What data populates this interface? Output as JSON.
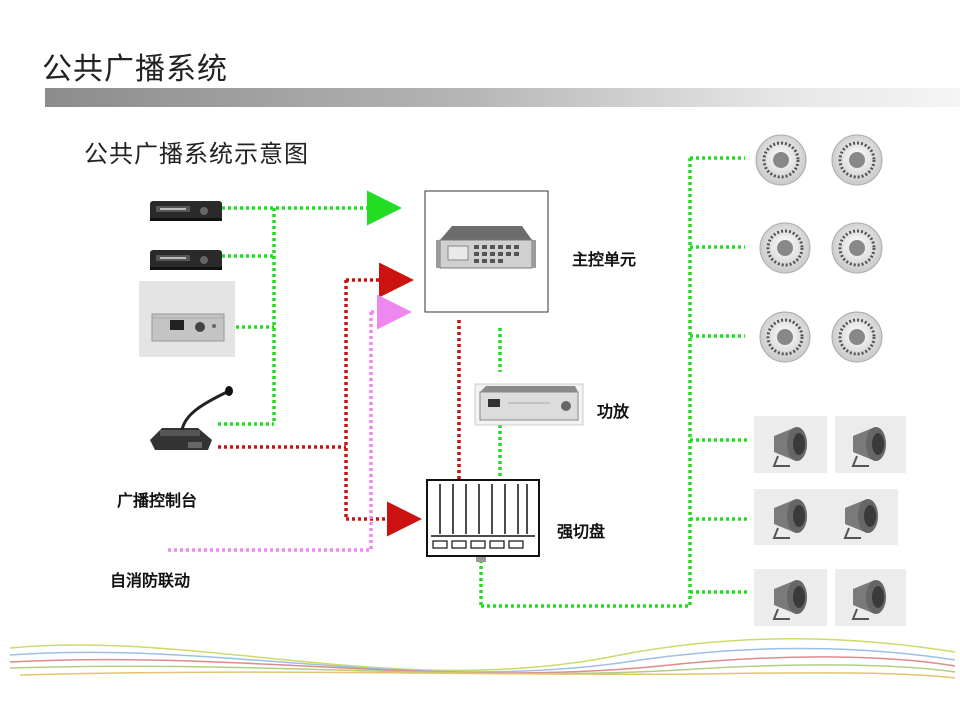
{
  "page": {
    "title": "公共广播系统",
    "subtitle": "公共广播系统示意图"
  },
  "labels": {
    "main_control": "主控单元",
    "amplifier": "功放",
    "broadcast_console": "广播控制台",
    "forced_switch": "强切盘",
    "fire_linkage": "自消防联动"
  },
  "colors": {
    "line_green": "#22dd22",
    "line_red": "#cc1111",
    "line_pink": "#ee88ee",
    "title_bar": "#9a9a9a"
  },
  "icons": {
    "player": "audio-player-icon",
    "tuner": "tuner-panel-icon",
    "microphone": "gooseneck-microphone-icon",
    "main_unit": "rack-control-unit-icon",
    "amplifier": "power-amplifier-icon",
    "switch": "forced-switch-panel-icon",
    "ceiling_speaker": "ceiling-speaker-icon",
    "horn_speaker": "horn-speaker-icon"
  }
}
